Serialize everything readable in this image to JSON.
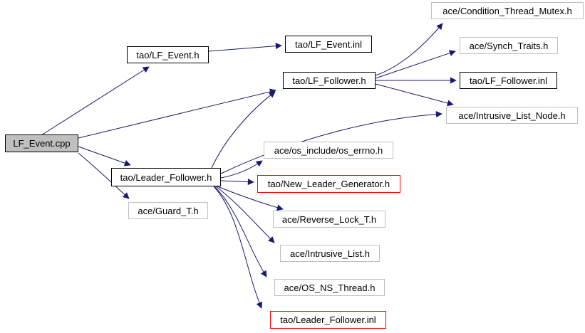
{
  "diagram": {
    "type": "include-dependency-graph",
    "colors": {
      "edge": "#191970",
      "root_fill": "#bfbfbf",
      "documented_border": "#000000",
      "external_border": "#bfbfbf",
      "flagged_border": "#ff0000",
      "background": "#ffffff"
    },
    "nodes": [
      {
        "id": "lf-event-cpp",
        "label": "LF_Event.cpp",
        "style": "root"
      },
      {
        "id": "lf-event-h",
        "label": "tao/LF_Event.h",
        "style": "documented"
      },
      {
        "id": "lf-event-inl",
        "label": "tao/LF_Event.inl",
        "style": "documented"
      },
      {
        "id": "lf-follower-h",
        "label": "tao/LF_Follower.h",
        "style": "documented"
      },
      {
        "id": "condition-thread-mutex-h",
        "label": "ace/Condition_Thread_Mutex.h",
        "style": "external"
      },
      {
        "id": "synch-traits-h",
        "label": "ace/Synch_Traits.h",
        "style": "external"
      },
      {
        "id": "lf-follower-inl",
        "label": "tao/LF_Follower.inl",
        "style": "documented"
      },
      {
        "id": "intrusive-list-node-h",
        "label": "ace/Intrusive_List_Node.h",
        "style": "external"
      },
      {
        "id": "leader-follower-h",
        "label": "tao/Leader_Follower.h",
        "style": "documented"
      },
      {
        "id": "os-errno-h",
        "label": "ace/os_include/os_errno.h",
        "style": "external"
      },
      {
        "id": "new-leader-generator-h",
        "label": "tao/New_Leader_Generator.h",
        "style": "flagged"
      },
      {
        "id": "guard-t-h",
        "label": "ace/Guard_T.h",
        "style": "external"
      },
      {
        "id": "reverse-lock-t-h",
        "label": "ace/Reverse_Lock_T.h",
        "style": "external"
      },
      {
        "id": "intrusive-list-h",
        "label": "ace/Intrusive_List.h",
        "style": "external"
      },
      {
        "id": "os-ns-thread-h",
        "label": "ace/OS_NS_Thread.h",
        "style": "external"
      },
      {
        "id": "leader-follower-inl",
        "label": "tao/Leader_Follower.inl",
        "style": "flagged"
      }
    ],
    "edges": [
      {
        "from": "LF_Event.cpp",
        "to": "tao/LF_Event.h"
      },
      {
        "from": "LF_Event.cpp",
        "to": "tao/LF_Follower.h"
      },
      {
        "from": "LF_Event.cpp",
        "to": "tao/Leader_Follower.h"
      },
      {
        "from": "LF_Event.cpp",
        "to": "ace/Guard_T.h"
      },
      {
        "from": "tao/LF_Event.h",
        "to": "tao/LF_Event.inl"
      },
      {
        "from": "tao/LF_Follower.h",
        "to": "ace/Condition_Thread_Mutex.h"
      },
      {
        "from": "tao/LF_Follower.h",
        "to": "ace/Synch_Traits.h"
      },
      {
        "from": "tao/LF_Follower.h",
        "to": "tao/LF_Follower.inl"
      },
      {
        "from": "tao/LF_Follower.h",
        "to": "ace/Intrusive_List_Node.h"
      },
      {
        "from": "tao/Leader_Follower.h",
        "to": "tao/LF_Follower.h"
      },
      {
        "from": "tao/Leader_Follower.h",
        "to": "ace/Intrusive_List_Node.h"
      },
      {
        "from": "tao/Leader_Follower.h",
        "to": "ace/os_include/os_errno.h"
      },
      {
        "from": "tao/Leader_Follower.h",
        "to": "tao/New_Leader_Generator.h"
      },
      {
        "from": "tao/Leader_Follower.h",
        "to": "ace/Reverse_Lock_T.h"
      },
      {
        "from": "tao/Leader_Follower.h",
        "to": "ace/Intrusive_List.h"
      },
      {
        "from": "tao/Leader_Follower.h",
        "to": "ace/OS_NS_Thread.h"
      },
      {
        "from": "tao/Leader_Follower.h",
        "to": "tao/Leader_Follower.inl"
      }
    ]
  }
}
